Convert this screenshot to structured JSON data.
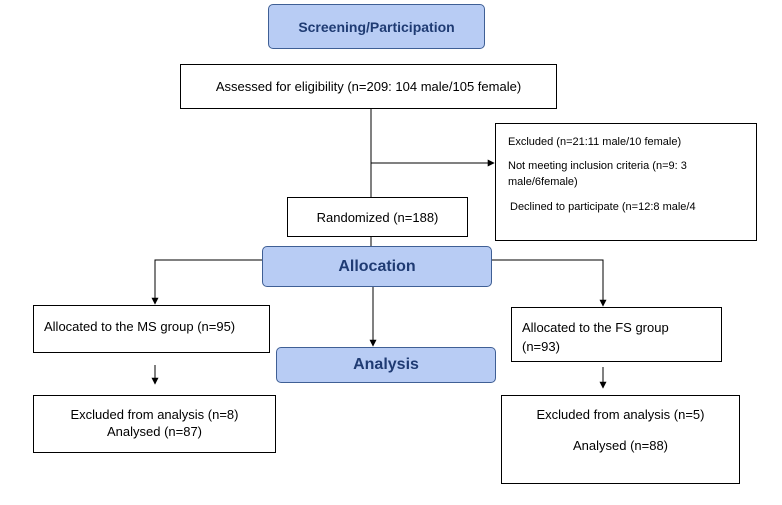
{
  "headers": {
    "screening": "Screening/Participation",
    "allocation": "Allocation",
    "analysis": "Analysis"
  },
  "assessed": "Assessed for eligibility (n=209: 104 male/105 female)",
  "excluded": {
    "line1": "Excluded (n=21:11 male/10 female)",
    "line2": "Not meeting inclusion  criteria (n=9: 3",
    "line3": "male/6female)",
    "line4": "Declined to participate  (n=12:8 male/4"
  },
  "randomized": "Randomized (n=188)",
  "ms_group": {
    "allocated": "Allocated to the MS group (n=95)",
    "excluded": "Excluded from analysis (n=8)",
    "analysed": "Analysed (n=87)"
  },
  "fs_group": {
    "allocated_line1": "Allocated to the FS group",
    "allocated_line2": "(n=93)",
    "excluded": "Excluded from analysis (n=5)",
    "analysed": "Analysed (n=88)"
  },
  "colors": {
    "header_fill": "#b8ccf4",
    "header_border": "#3f5f95",
    "header_text": "#1f3b73"
  }
}
